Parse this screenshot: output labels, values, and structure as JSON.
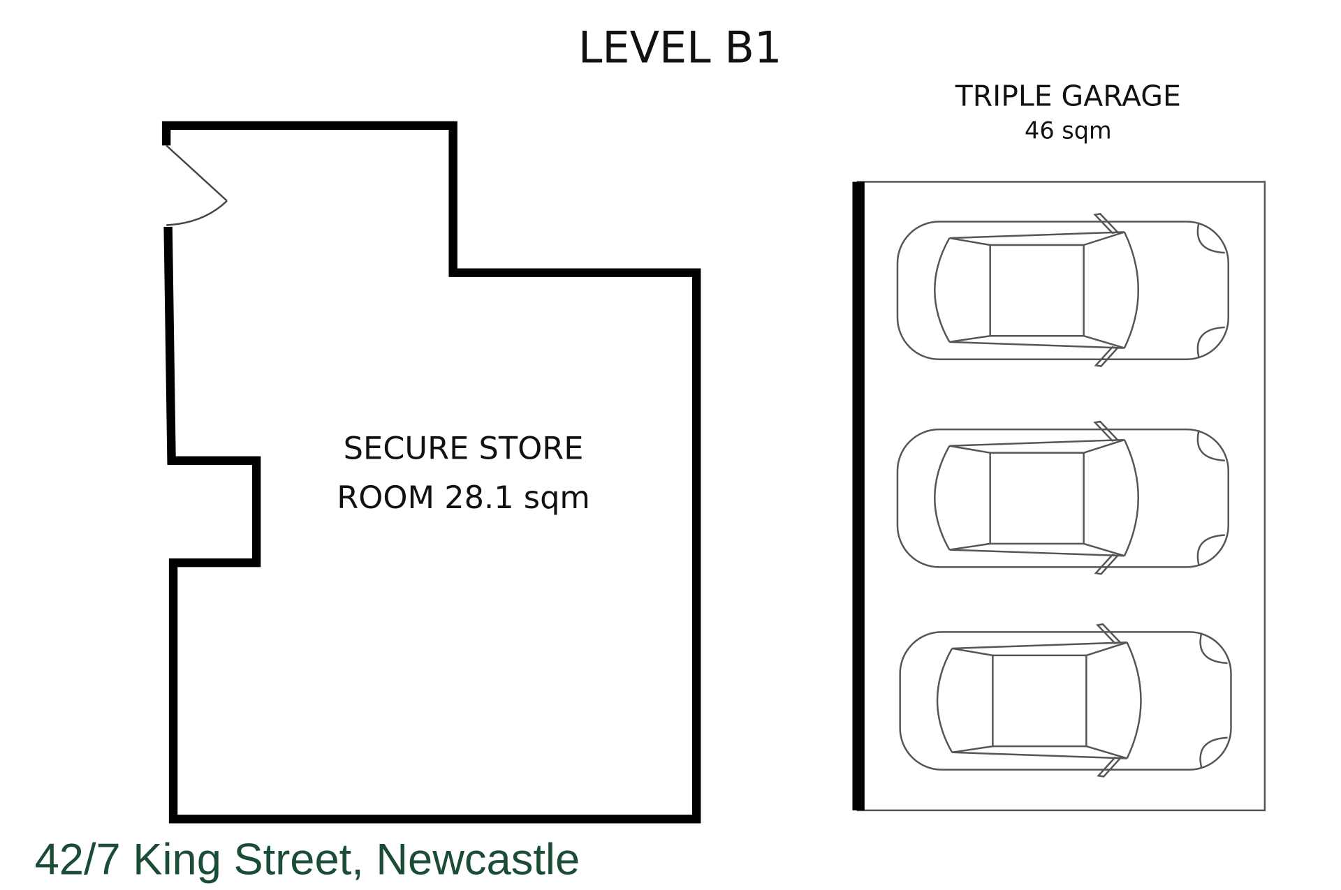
{
  "plan": {
    "title": "LEVEL B1",
    "garage": {
      "name": "TRIPLE GARAGE",
      "area": "46 sqm",
      "car_count": 3
    },
    "store": {
      "line1": "SECURE STORE",
      "line2": "ROOM 28.1 sqm"
    },
    "address": "42/7 King Street, Newcastle"
  },
  "colors": {
    "wall": "#000000",
    "address": "#1b4d36",
    "car_outline": "#555555"
  }
}
